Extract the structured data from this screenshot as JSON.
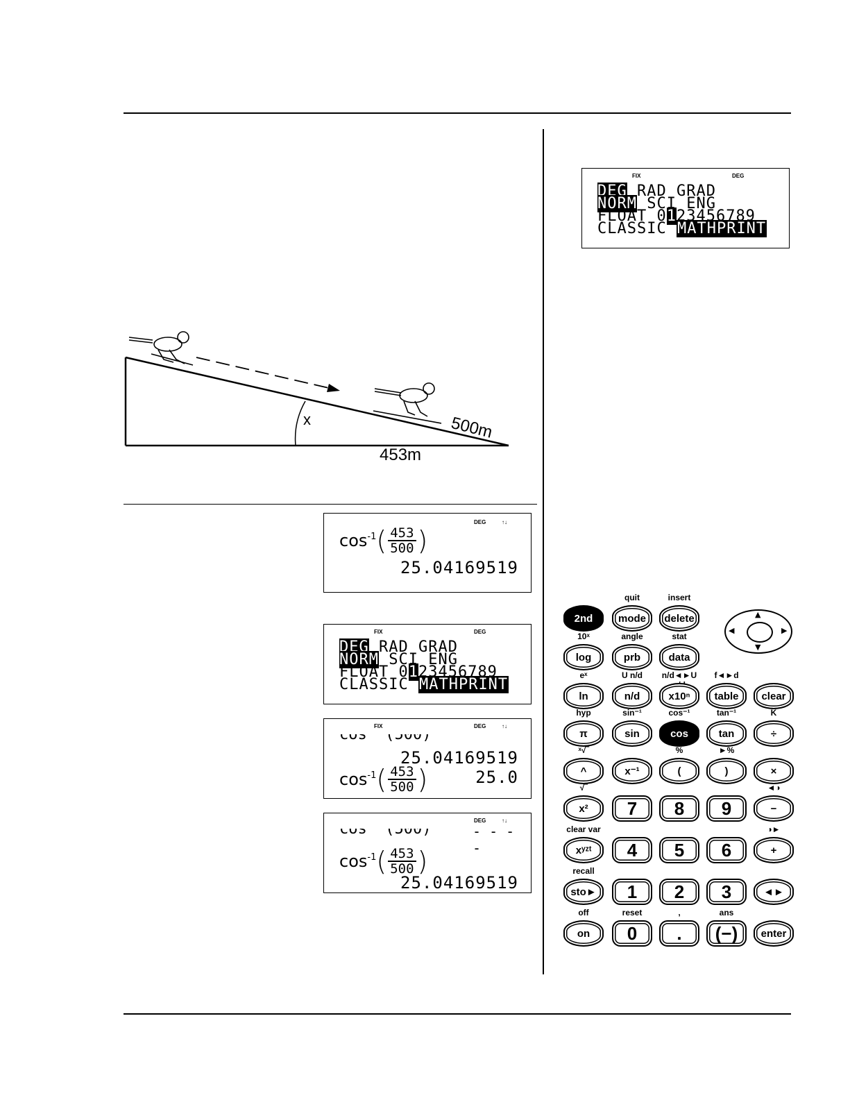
{
  "screens": {
    "mode_top": {
      "ind_left": "FIX",
      "ind_right": "DEG",
      "line1_sel": "DEG",
      "line1_rest": " RAD GRAD",
      "line2_sel": "NORM",
      "line2_rest": " SCI ENG",
      "line3_pre": "FLOAT 0",
      "line3_sel": "1",
      "line3_rest": "23456789",
      "line4_pre": "CLASSIC ",
      "line4_sel": "MATHPRINT"
    },
    "screen1": {
      "ind_deg": "DEG",
      "ind_arrow": "↑↓",
      "func": "cos",
      "sup": "-1",
      "num": "453",
      "den": "500",
      "result": "25.04169519"
    },
    "screen2": {
      "ind_left": "FIX",
      "ind_right": "DEG",
      "line1_sel": "DEG",
      "line1_rest": " RAD GRAD",
      "line2_sel": "NORM",
      "line2_rest": " SCI ENG",
      "line3_pre": "FLOAT 0",
      "line3_sel": "1",
      "line3_rest": "23456789",
      "line4_pre": "CLASSIC ",
      "line4_sel": "MATHPRINT"
    },
    "screen3": {
      "ind_left": "FIX",
      "ind_deg": "DEG",
      "ind_arrow": "↑↓",
      "top_partial": "cos⁻¹(500)",
      "result1": "25.04169519",
      "func": "cos",
      "sup": "-1",
      "num": "453",
      "den": "500",
      "result2": "25.0"
    },
    "screen4": {
      "ind_deg": "DEG",
      "ind_arrow": "↑↓",
      "top_partial": "cos⁻¹(500)",
      "dashes": "- - - -",
      "func": "cos",
      "sup": "-1",
      "num": "453",
      "den": "500",
      "result": "25.04169519"
    }
  },
  "diagram": {
    "angle_label": "x",
    "hyp_label": "500m",
    "base_label": "453m"
  },
  "keypad": {
    "rows": [
      [
        {
          "label": "2nd",
          "top": "",
          "dark": true
        },
        {
          "label": "mode",
          "top": "quit"
        },
        {
          "label": "delete",
          "top": "insert"
        }
      ],
      [
        {
          "label": "log",
          "top": "10ˣ"
        },
        {
          "label": "prb",
          "top": "angle"
        },
        {
          "label": "data",
          "top": "stat"
        }
      ],
      [
        {
          "label": "ln",
          "top": "eˣ"
        },
        {
          "label": "n/d",
          "top": "U n/d"
        },
        {
          "label": "x10ⁿ",
          "top": "n/d◄►U n/d"
        },
        {
          "label": "table",
          "top": "f◄►d"
        },
        {
          "label": "clear",
          "top": ""
        }
      ],
      [
        {
          "label": "π",
          "top": "hyp"
        },
        {
          "label": "sin",
          "top": "sin⁻¹"
        },
        {
          "label": "cos",
          "top": "cos⁻¹",
          "dark": true
        },
        {
          "label": "tan",
          "top": "tan⁻¹"
        },
        {
          "label": "÷",
          "top": "K"
        }
      ],
      [
        {
          "label": "^",
          "top": "ˣ√‾"
        },
        {
          "label": "x⁻¹",
          "top": ""
        },
        {
          "label": "(",
          "top": "%"
        },
        {
          "label": ")",
          "top": "►%"
        },
        {
          "label": "×",
          "top": ""
        }
      ],
      [
        {
          "label": "x²",
          "top": "√‾"
        },
        {
          "label": "7",
          "top": "",
          "num": true
        },
        {
          "label": "8",
          "top": "",
          "num": true
        },
        {
          "label": "9",
          "top": "",
          "num": true
        },
        {
          "label": "−",
          "top": "◄◑"
        }
      ],
      [
        {
          "label": "xʸᶻᵗ",
          "top": "clear var"
        },
        {
          "label": "4",
          "top": "",
          "num": true
        },
        {
          "label": "5",
          "top": "",
          "num": true
        },
        {
          "label": "6",
          "top": "",
          "num": true
        },
        {
          "label": "+",
          "top": "◑►"
        }
      ],
      [
        {
          "label": "sto►",
          "top": "recall"
        },
        {
          "label": "1",
          "top": "",
          "num": true
        },
        {
          "label": "2",
          "top": "",
          "num": true
        },
        {
          "label": "3",
          "top": "",
          "num": true
        },
        {
          "label": "◄►",
          "top": ""
        }
      ],
      [
        {
          "label": "on",
          "top": "off"
        },
        {
          "label": "0",
          "top": "reset",
          "num": true
        },
        {
          "label": ".",
          "top": ",",
          "num": true
        },
        {
          "label": "(−)",
          "top": "ans",
          "num": true
        },
        {
          "label": "enter",
          "top": ""
        }
      ]
    ]
  }
}
